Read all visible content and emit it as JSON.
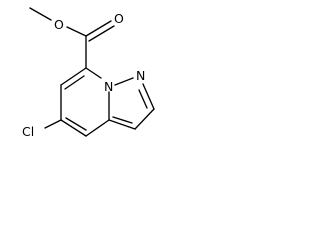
{
  "molecule": {
    "atoms": {
      "ester_O_single": "O",
      "ester_O_double": "O",
      "ring_N1": "N",
      "ring_N2": "N",
      "chlorine": "Cl"
    },
    "colors": {
      "bond": "#000000",
      "label": "#000000",
      "background": "#ffffff"
    }
  }
}
